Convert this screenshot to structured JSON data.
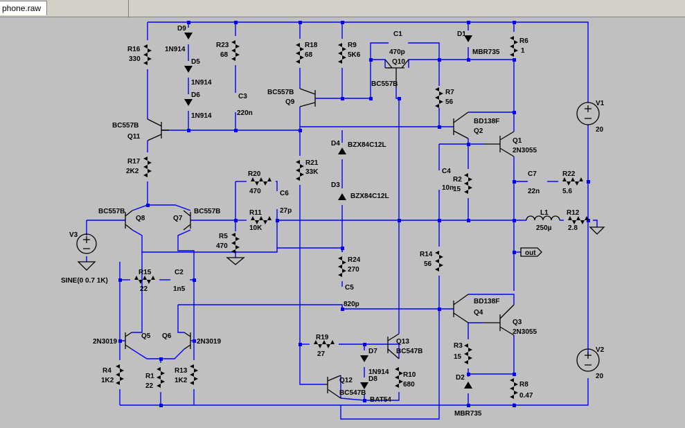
{
  "tab": {
    "title": "phone.raw"
  },
  "components": {
    "R16": {
      "ref": "R16",
      "value": "330"
    },
    "D9": {
      "ref": "D9",
      "value": "1N914"
    },
    "D5": {
      "ref": "D5",
      "value": "1N914"
    },
    "D6": {
      "ref": "D6",
      "value": "1N914"
    },
    "R23": {
      "ref": "R23",
      "value": "68"
    },
    "C3": {
      "ref": "C3",
      "value": "220n"
    },
    "R18": {
      "ref": "R18",
      "value": "68"
    },
    "R9": {
      "ref": "R9",
      "value": "5K6"
    },
    "C1": {
      "ref": "C1",
      "value": "470p"
    },
    "Q10": {
      "ref": "Q10",
      "value": "BC557B"
    },
    "D1": {
      "ref": "D1",
      "value": "MBR735"
    },
    "R6": {
      "ref": "R6",
      "value": "1"
    },
    "Q9": {
      "ref": "Q9",
      "value": "BC557B"
    },
    "R7": {
      "ref": "R7",
      "value": "56"
    },
    "Q2": {
      "ref": "Q2",
      "value": "BD138F"
    },
    "V1": {
      "ref": "V1",
      "value": "20"
    },
    "Q11": {
      "ref": "Q11",
      "value": "BC557B"
    },
    "D4": {
      "ref": "D4",
      "value": "BZX84C12L"
    },
    "Q1": {
      "ref": "Q1",
      "value": "2N3055"
    },
    "R17": {
      "ref": "R17",
      "value": "2K2"
    },
    "R21": {
      "ref": "R21",
      "value": "33K"
    },
    "R20": {
      "ref": "R20",
      "value": "470"
    },
    "C4": {
      "ref": "C4",
      "value": "10n"
    },
    "R2": {
      "ref": "R2",
      "value": "15"
    },
    "C7": {
      "ref": "C7",
      "value": "22n"
    },
    "R22": {
      "ref": "R22",
      "value": "5.6"
    },
    "C6": {
      "ref": "C6",
      "value": "27p"
    },
    "D3": {
      "ref": "D3",
      "value": "BZX84C12L"
    },
    "Q8": {
      "ref": "Q8",
      "value": "BC557B"
    },
    "Q7": {
      "ref": "Q7",
      "value": "BC557B"
    },
    "R11": {
      "ref": "R11",
      "value": "10K"
    },
    "L1": {
      "ref": "L1",
      "value": "250µ"
    },
    "R12": {
      "ref": "R12",
      "value": "2.8"
    },
    "V3": {
      "ref": "V3",
      "value": "SINE(0 0.7 1K)"
    },
    "R5": {
      "ref": "R5",
      "value": "470"
    },
    "R14": {
      "ref": "R14",
      "value": "56"
    },
    "R24": {
      "ref": "R24",
      "value": "270"
    },
    "R15": {
      "ref": "R15",
      "value": "22"
    },
    "C2": {
      "ref": "C2",
      "value": "1n5"
    },
    "C5": {
      "ref": "C5",
      "value": "820p"
    },
    "Q4": {
      "ref": "Q4",
      "value": "BD138F"
    },
    "Q5": {
      "ref": "Q5",
      "value": "2N3019"
    },
    "Q6": {
      "ref": "Q6",
      "value": "2N3019"
    },
    "Q3": {
      "ref": "Q3",
      "value": "2N3055"
    },
    "R19": {
      "ref": "R19",
      "value": "27"
    },
    "Q13": {
      "ref": "Q13",
      "value": "BC547B"
    },
    "D7": {
      "ref": "D7",
      "value": "1N914"
    },
    "D8": {
      "ref": "D8",
      "value": "BAT54"
    },
    "R3": {
      "ref": "R3",
      "value": "15"
    },
    "V2": {
      "ref": "V2",
      "value": "20"
    },
    "R4": {
      "ref": "R4",
      "value": "1K2"
    },
    "R1": {
      "ref": "R1",
      "value": "22"
    },
    "R13": {
      "ref": "R13",
      "value": "1K2"
    },
    "Q12": {
      "ref": "Q12",
      "value": "BC547B"
    },
    "R10": {
      "ref": "R10",
      "value": "680"
    },
    "D2": {
      "ref": "D2",
      "value": "MBR735"
    },
    "R8": {
      "ref": "R8",
      "value": "0.47"
    }
  },
  "net_labels": {
    "out": "out"
  }
}
